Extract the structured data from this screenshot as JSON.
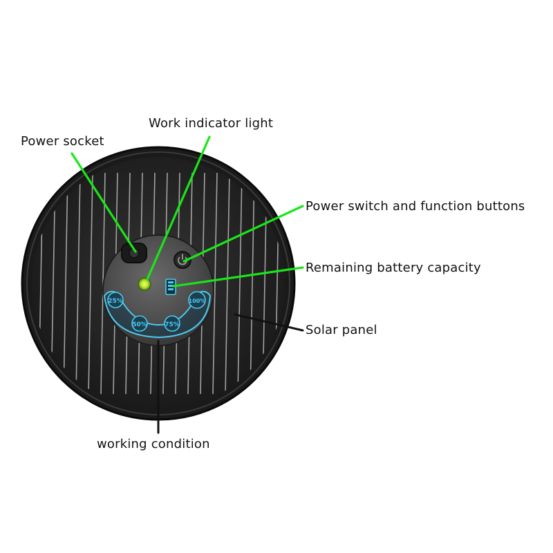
{
  "labels": {
    "work_indicator": "Work indicator light",
    "power_socket": "Power socket",
    "power_switch": "Power switch and function buttons",
    "battery_capacity": "Remaining battery capacity",
    "solar_panel": "Solar panel",
    "working_condition": "working condition"
  },
  "indicators": {
    "p25": "25%",
    "p50": "50%",
    "p75": "75%",
    "p100": "100%"
  },
  "colors": {
    "leader_green": "#19e619",
    "leader_black": "#111111",
    "device_body": "#1c1c1c",
    "panel_face": "#2a2a2a",
    "led": "#b8e62a",
    "display_glow": "#4cc9f0"
  },
  "icons": {
    "socket": "power-socket-icon",
    "power": "power-icon",
    "battery": "battery-icon"
  }
}
